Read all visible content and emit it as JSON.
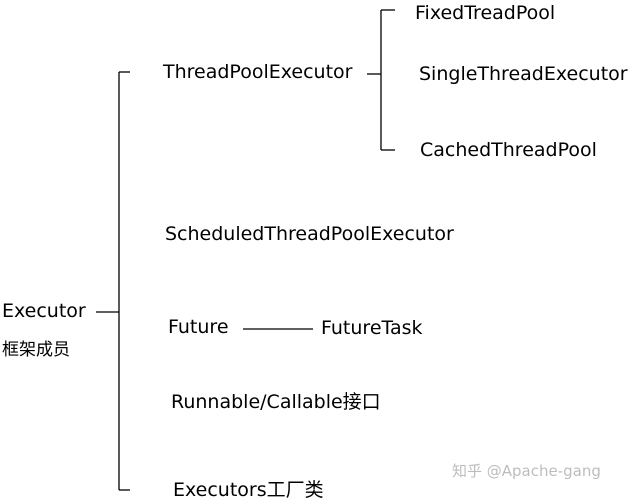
{
  "diagram": {
    "root": {
      "label": "Executor",
      "sublabel": "框架成员"
    },
    "nodes": {
      "thread_pool_executor": "ThreadPoolExecutor",
      "fixed_pool": "FixedTreadPool",
      "single_executor": "SingleThreadExecutor",
      "cached_pool": "CachedThreadPool",
      "scheduled_executor": "ScheduledThreadPoolExecutor",
      "future": "Future",
      "future_task": "FutureTask",
      "runnable_callable": "Runnable/Callable接口",
      "executors_factory": "Executors工厂类"
    },
    "watermark": "知乎 @Apache-gang"
  },
  "colors": {
    "text": "#000000",
    "lines": "#000000",
    "watermark": "#bdbdbd",
    "background": "#ffffff"
  }
}
